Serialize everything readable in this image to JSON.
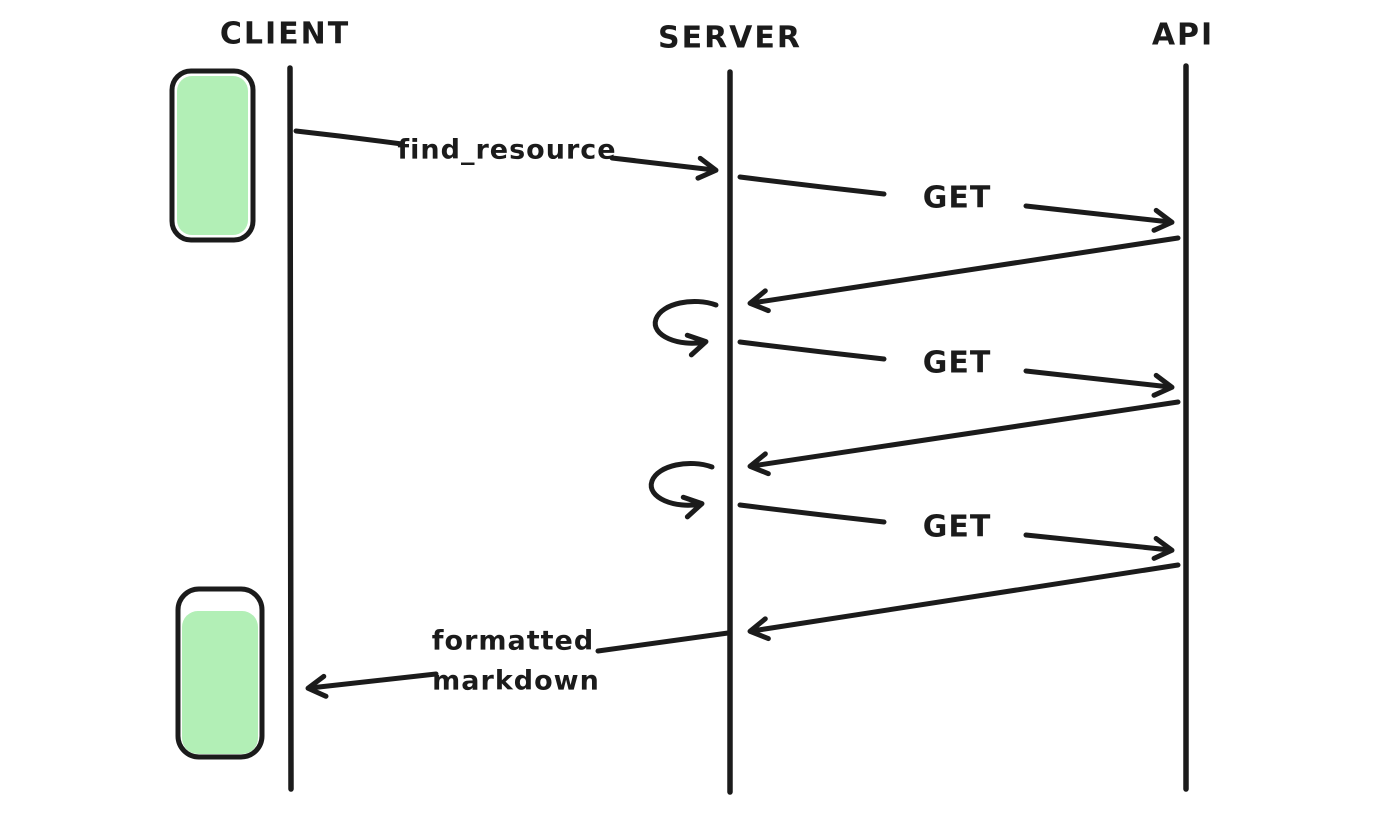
{
  "diagram": {
    "type": "sequence-diagram",
    "style": "hand-drawn",
    "colors": {
      "background": "#ffffff",
      "stroke": "#1b1b1b",
      "activation_fill": "#b2efb6"
    },
    "actors": [
      {
        "id": "client",
        "label": "CLIENT"
      },
      {
        "id": "server",
        "label": "SERVER"
      },
      {
        "id": "api",
        "label": "API"
      }
    ],
    "activations": [
      {
        "actor": "client",
        "position": "top"
      },
      {
        "actor": "client",
        "position": "bottom"
      }
    ],
    "messages": [
      {
        "from": "CLIENT",
        "to": "SERVER",
        "label": "find_resource"
      },
      {
        "from": "SERVER",
        "to": "API",
        "label": "GET"
      },
      {
        "from": "API",
        "to": "SERVER",
        "label": ""
      },
      {
        "type": "self-loop",
        "actor": "SERVER",
        "label": ""
      },
      {
        "from": "SERVER",
        "to": "API",
        "label": "GET"
      },
      {
        "from": "API",
        "to": "SERVER",
        "label": ""
      },
      {
        "type": "self-loop",
        "actor": "SERVER",
        "label": ""
      },
      {
        "from": "SERVER",
        "to": "API",
        "label": "GET"
      },
      {
        "from": "API",
        "to": "SERVER",
        "label": ""
      },
      {
        "from": "SERVER",
        "to": "CLIENT",
        "label": "formatted markdown"
      }
    ],
    "labels": {
      "client": "CLIENT",
      "server": "SERVER",
      "api": "API",
      "find_resource": "find_resource",
      "get1": "GET",
      "get2": "GET",
      "get3": "GET",
      "formatted_line1": "formatted",
      "formatted_line2": "markdown"
    }
  }
}
